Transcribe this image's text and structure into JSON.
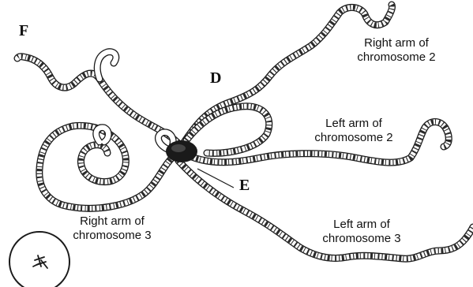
{
  "labels": {
    "F": "F",
    "D": "D",
    "E": "E",
    "right_arm_2": [
      "Right arm of",
      "chromosome 2"
    ],
    "left_arm_2": [
      "Left arm of",
      "chromosome 2"
    ],
    "right_arm_3": [
      "Right arm of",
      "chromosome 3"
    ],
    "left_arm_3": [
      "Left arm of",
      "chromosome 3"
    ]
  },
  "colors": {
    "ink": "#1a1a1a",
    "band": "#2a2a2a",
    "background": "#ffffff"
  }
}
